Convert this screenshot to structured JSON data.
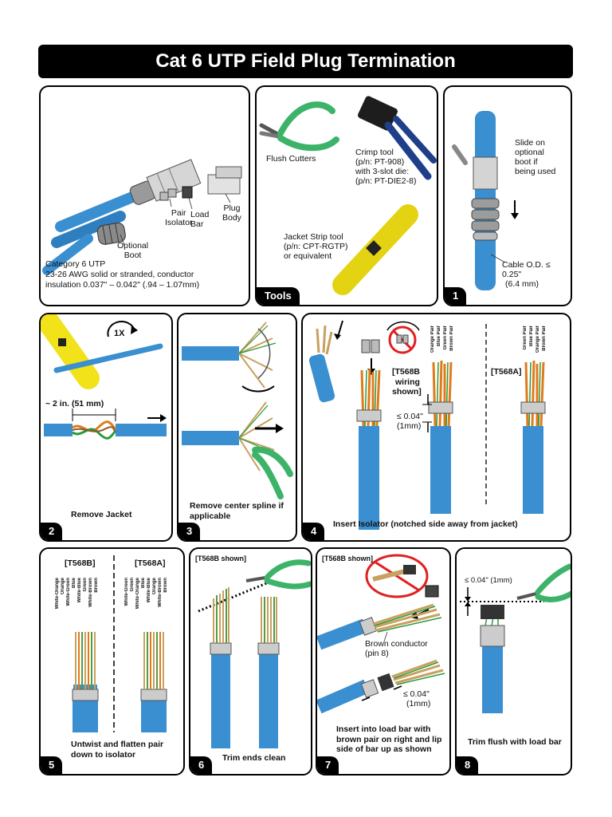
{
  "title": "Cat 6 UTP Field Plug Termination",
  "panels": {
    "parts": {
      "cable_line1": "Category 6 UTP",
      "cable_line2": "23-26 AWG solid or stranded, conductor",
      "cable_line3": "insulation 0.037\" – 0.042\" (.94 – 1.07mm)",
      "optional_boot_1": "Optional",
      "optional_boot_2": "Boot",
      "pair_isolator_1": "Pair",
      "pair_isolator_2": "Isolator",
      "load_bar_1": "Load",
      "load_bar_2": "Bar",
      "plug_body_1": "Plug",
      "plug_body_2": "Body"
    },
    "tools": {
      "badge": "Tools",
      "flush_cutters": "Flush Cutters",
      "crimp_1": "Crimp tool",
      "crimp_2": "(p/n: PT-908)",
      "crimp_3": "with 3-slot die:",
      "crimp_4": "(p/n: PT-DIE2-8)",
      "strip_1": "Jacket Strip tool",
      "strip_2": "(p/n: CPT-RGTP)",
      "strip_3": "or equivalent"
    },
    "step1": {
      "badge": "1",
      "slide_1": "Slide on",
      "slide_2": "optional",
      "slide_3": "boot if",
      "slide_4": "being used",
      "od_1": "Cable O.D. ≤ 0.25\"",
      "od_2": "(6.4 mm)"
    },
    "step2": {
      "badge": "2",
      "rotation": "1X",
      "length": "~ 2 in. (51 mm)",
      "caption": "Remove Jacket"
    },
    "step3": {
      "badge": "3",
      "caption_1": "Remove center spline if",
      "caption_2": "applicable"
    },
    "step4": {
      "badge": "4",
      "t568b_1": "[T568B",
      "t568b_2": "wiring",
      "t568b_3": "shown]",
      "t568a": "[T568A]",
      "gap_1": "≤ 0.04\"",
      "gap_2": "(1mm)",
      "caption": "Insert Isolator (notched side away from jacket)",
      "pairs_b": [
        "Orange Pair",
        "Blue Pair",
        "Green Pair",
        "Brown Pair"
      ],
      "pairs_a": [
        "Green Pair",
        "Blue Pair",
        "Orange Pair",
        "Brown Pair"
      ]
    },
    "step5": {
      "badge": "5",
      "t568b": "[T568B]",
      "t568a": "[T568A]",
      "wires_b": [
        "White-Orange",
        "Orange",
        "White-Green",
        "Blue",
        "White-Blue",
        "Green",
        "White-Brown",
        "Brown"
      ],
      "wires_a": [
        "White-Green",
        "Green",
        "White-Orange",
        "Blue",
        "White-Blue",
        "Orange",
        "White-Brown",
        "Brown"
      ],
      "caption_1": "Untwist and flatten pair",
      "caption_2": "down to isolator"
    },
    "step6": {
      "badge": "6",
      "shown": "[T568B  shown]",
      "caption": "Trim ends clean"
    },
    "step7": {
      "badge": "7",
      "shown": "[T568B  shown]",
      "brown_1": "Brown conductor",
      "brown_2": "(pin 8)",
      "gap_1": "≤ 0.04\"",
      "gap_2": "(1mm)",
      "caption_1": "Insert into load bar with",
      "caption_2": "brown pair on right and lip",
      "caption_3": "side of bar up as shown"
    },
    "step8": {
      "badge": "8",
      "gap": "≤ 0.04\" (1mm)",
      "caption": "Trim flush with load bar"
    }
  },
  "colors": {
    "cable_blue": "#3a8fd0",
    "tool_green": "#3db36a",
    "strip_yellow": "#f2e21a",
    "prohibit_red": "#e02020"
  }
}
